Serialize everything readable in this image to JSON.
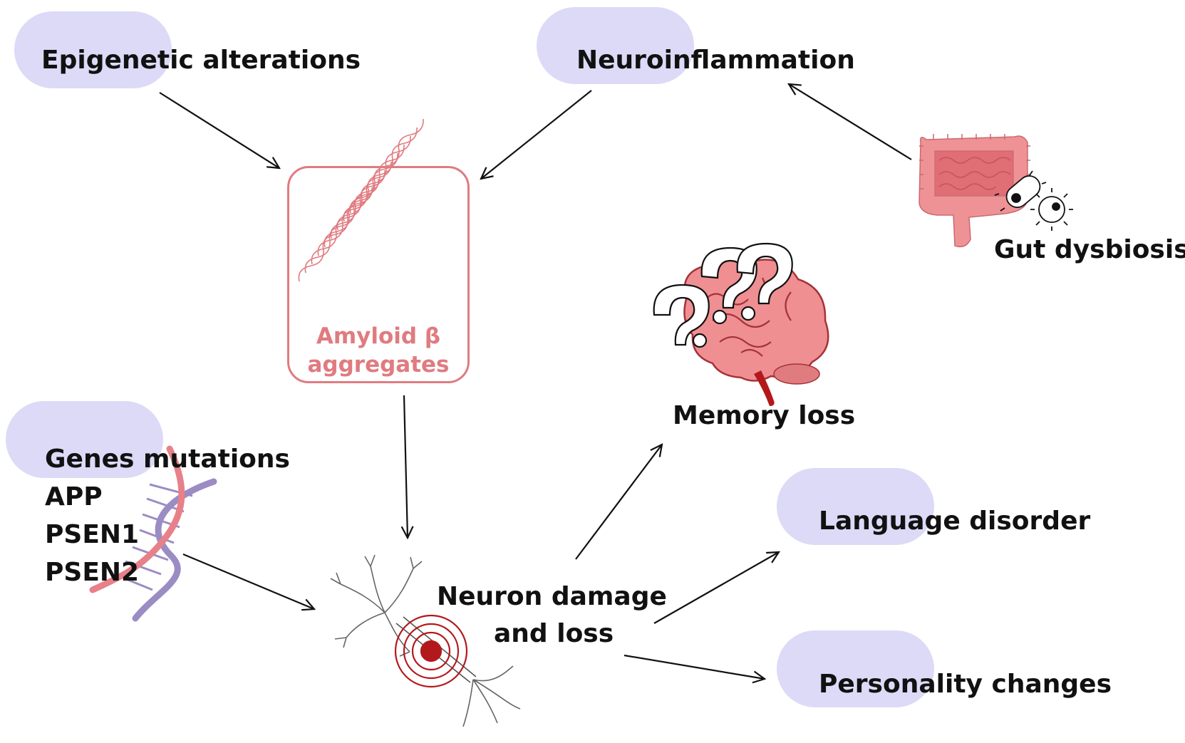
{
  "nodes": {
    "epigenetic": "Epigenetic alterations",
    "neuroinflammation": "Neuroinflammation",
    "gut_dysbiosis": "Gut dysbiosis",
    "amyloid_line1": "Amyloid β",
    "amyloid_line2": "aggregates",
    "memory_loss": "Memory loss",
    "genes": {
      "title": "Genes mutations",
      "items": [
        "APP",
        "PSEN1",
        "PSEN2"
      ]
    },
    "neuron_line1": "Neuron damage",
    "neuron_line2": "and loss",
    "language_disorder": "Language disorder",
    "personality_changes": "Personality changes"
  },
  "colors": {
    "pill": "#dcdaf7",
    "amyloid": "#e07b80",
    "text": "#111111",
    "arrow": "#111111",
    "dna_purple": "#9b8cc4",
    "dna_pink": "#e8808a",
    "brain": "#ef8f92",
    "target_red": "#b3191c"
  },
  "icons": [
    "amyloid-fibril-icon",
    "intestine-icon",
    "bacteria-icon",
    "brain-icon",
    "question-mark-icon",
    "dna-helix-icon",
    "neuron-icon",
    "target-icon"
  ],
  "edges": [
    [
      "Epigenetic alterations",
      "Amyloid β aggregates"
    ],
    [
      "Neuroinflammation",
      "Amyloid β aggregates"
    ],
    [
      "Gut dysbiosis",
      "Neuroinflammation"
    ],
    [
      "Amyloid β aggregates",
      "Neuron damage and loss"
    ],
    [
      "Genes mutations",
      "Neuron damage and loss"
    ],
    [
      "Neuron damage and loss",
      "Memory loss"
    ],
    [
      "Neuron damage and loss",
      "Language disorder"
    ],
    [
      "Neuron damage and loss",
      "Personality changes"
    ]
  ]
}
